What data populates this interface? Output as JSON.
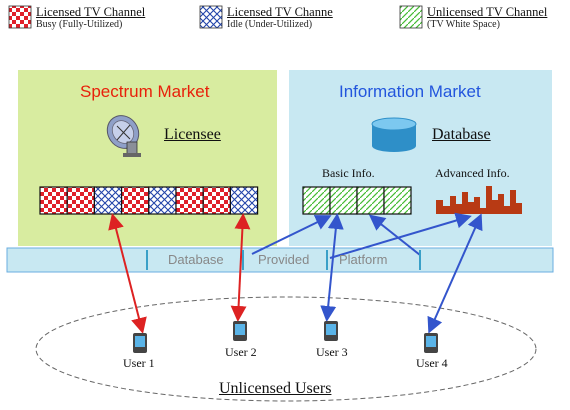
{
  "legend": [
    {
      "title": "Licensed TV Channel",
      "subtitle": "Busy (Fully-Utilized)"
    },
    {
      "title": "Licensed TV Channe",
      "subtitle": "Idle (Under-Utilized)"
    },
    {
      "title": "Unlicensed TV Channel",
      "subtitle": "(TV White Space)"
    }
  ],
  "spectrum_market": {
    "title": "Spectrum Market",
    "entity": "Licensee",
    "title_color": "#e8200a"
  },
  "information_market": {
    "title": "Information Market",
    "entity": "Database",
    "title_color": "#2255dd",
    "basic_label": "Basic Info.",
    "advanced_label": "Advanced Info."
  },
  "platform": {
    "words": [
      "Database",
      "Provided",
      "Platform"
    ]
  },
  "users": [
    "User 1",
    "User 2",
    "User 3",
    "User 4"
  ],
  "unlicensed_label": "Unlicensed Users",
  "channels": [
    "busy",
    "busy",
    "idle",
    "busy",
    "idle",
    "busy",
    "busy",
    "idle"
  ],
  "colors": {
    "busy_red": "#e0202a",
    "idle_blue": "#2244aa",
    "white_space_green": "#44bb33",
    "spectrum_bg": "#d8eca0",
    "info_bg": "#c8e8f2",
    "arrow_red": "#dd2222",
    "arrow_blue": "#3355cc"
  }
}
